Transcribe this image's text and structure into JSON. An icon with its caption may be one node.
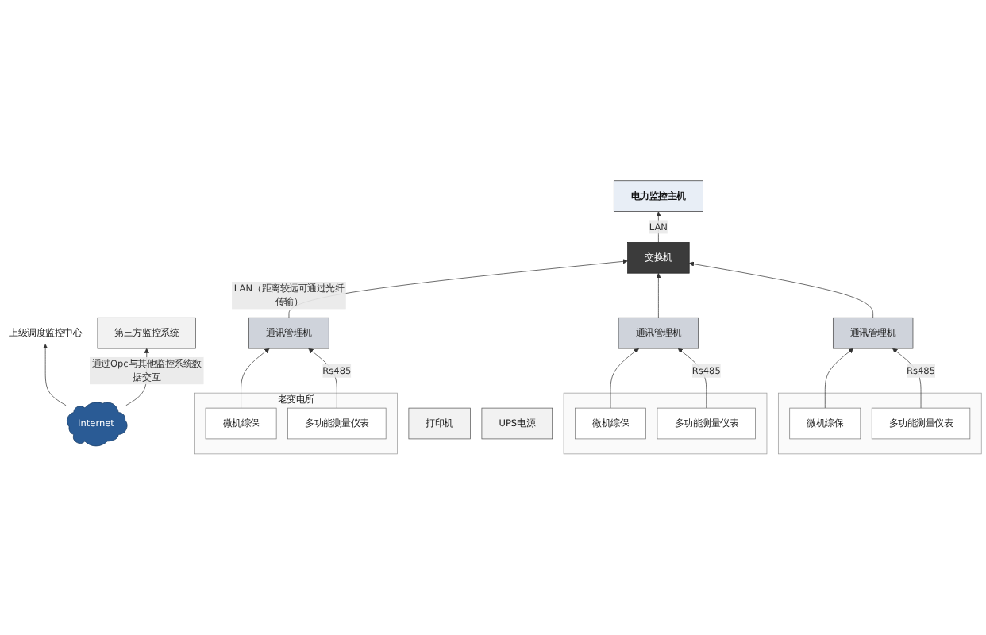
{
  "diagram": {
    "nodes": [
      {
        "text": [
          "上级调度监控中心"
        ]
      },
      {
        "text": [
          "Internet"
        ]
      },
      {
        "text": [
          "第三方监控系统"
        ]
      },
      {
        "text": [
          "电力监控主机"
        ]
      },
      {
        "text": [
          "打印机"
        ]
      },
      {
        "text": [
          "UPS电源"
        ]
      },
      {
        "text": [
          "交换机"
        ]
      },
      {
        "text": [
          "通讯管理机"
        ]
      },
      {
        "text": [
          "通讯管理机"
        ]
      },
      {
        "text": [
          "通讯管理机"
        ]
      },
      {
        "text": [
          "老变电所"
        ]
      },
      {
        "text": [
          "微机综保"
        ],
        "in": 10
      },
      {
        "text": [
          "多功能测量仪表"
        ],
        "in": 10
      },
      {
        "text": [],
        "shape": "box"
      },
      {
        "text": [
          "微机综保"
        ],
        "in": 13
      },
      {
        "text": [
          "多功能测量仪表"
        ],
        "in": 13
      },
      {
        "text": [],
        "shape": "box"
      },
      {
        "text": [
          "微机综保"
        ],
        "in": 16
      },
      {
        "text": [
          "多功能测量仪表"
        ],
        "in": 16
      }
    ],
    "edges": [
      {
        "from": 1,
        "to": 0,
        "arrow": "to"
      },
      {
        "from": 1,
        "to": 2,
        "arrow": "to",
        "label": "通过Opc与其他监控系统数据交互"
      },
      {
        "from": 6,
        "to": 3,
        "arrow": "to",
        "label": "LAN"
      },
      {
        "from": 7,
        "to": 6,
        "arrow": "to",
        "label": "LAN（距离较远可通过光纤传输）"
      },
      {
        "from": 8,
        "to": 6,
        "arrow": "to"
      },
      {
        "from": 9,
        "to": 6,
        "arrow": "to"
      },
      {
        "from": 11,
        "to": 7,
        "arrow": "to"
      },
      {
        "from": 12,
        "to": 7,
        "arrow": "to",
        "label": "Rs485"
      },
      {
        "from": 14,
        "to": 8,
        "arrow": "to"
      },
      {
        "from": 15,
        "to": 8,
        "arrow": "to",
        "label": "Rs485"
      },
      {
        "from": 17,
        "to": 9,
        "arrow": "to"
      },
      {
        "from": 18,
        "to": 9,
        "arrow": "to",
        "label": "Rs485"
      }
    ]
  }
}
